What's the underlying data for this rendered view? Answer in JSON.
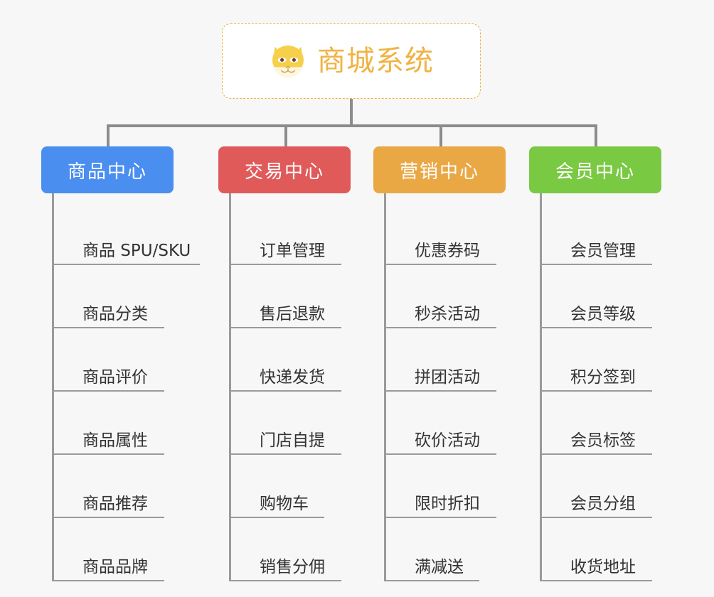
{
  "diagram": {
    "type": "mindmap",
    "background_color": "#f7f7f7",
    "connector_color": "#8c8c8c"
  },
  "root": {
    "title": "商城系统",
    "logo_icon": "shiba-dog-face-icon",
    "text_color": "#f0b343",
    "border_color": "#f0b343",
    "background_color": "#ffffff"
  },
  "categories": [
    {
      "label": "商品中心",
      "color": "#4a8ef0",
      "items": [
        {
          "label": "商品 SPU/SKU",
          "underline_width": 205
        },
        {
          "label": "商品分类",
          "underline_width": 155
        },
        {
          "label": "商品评价",
          "underline_width": 155
        },
        {
          "label": "商品属性",
          "underline_width": 155
        },
        {
          "label": "商品推荐",
          "underline_width": 155
        },
        {
          "label": "商品品牌",
          "underline_width": 155
        }
      ]
    },
    {
      "label": "交易中心",
      "color": "#e05a5a",
      "items": [
        {
          "label": "订单管理",
          "underline_width": 155
        },
        {
          "label": "售后退款",
          "underline_width": 155
        },
        {
          "label": "快递发货",
          "underline_width": 155
        },
        {
          "label": "门店自提",
          "underline_width": 155
        },
        {
          "label": "购物车",
          "underline_width": 131
        },
        {
          "label": "销售分佣",
          "underline_width": 155
        }
      ]
    },
    {
      "label": "营销中心",
      "color": "#eaa845",
      "items": [
        {
          "label": "优惠券码",
          "underline_width": 155
        },
        {
          "label": "秒杀活动",
          "underline_width": 155
        },
        {
          "label": "拼团活动",
          "underline_width": 155
        },
        {
          "label": "砍价活动",
          "underline_width": 155
        },
        {
          "label": "限时折扣",
          "underline_width": 155
        },
        {
          "label": "满减送",
          "underline_width": 131
        }
      ]
    },
    {
      "label": "会员中心",
      "color": "#7ac943",
      "items": [
        {
          "label": "会员管理",
          "underline_width": 155
        },
        {
          "label": "会员等级",
          "underline_width": 155
        },
        {
          "label": "积分签到",
          "underline_width": 155
        },
        {
          "label": "会员标签",
          "underline_width": 155
        },
        {
          "label": "会员分组",
          "underline_width": 155
        },
        {
          "label": "收货地址",
          "underline_width": 155
        }
      ]
    }
  ]
}
